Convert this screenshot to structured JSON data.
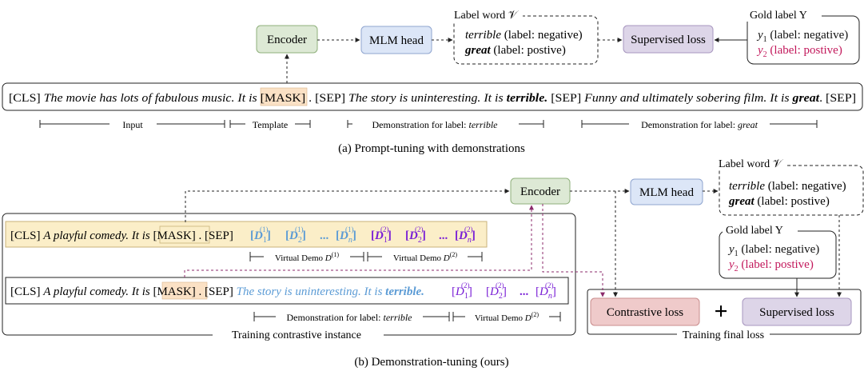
{
  "panel_a": {
    "caption": "(a) Prompt-tuning with demonstrations",
    "encoder": "Encoder",
    "mlm_head": "MLM head",
    "label_word_title": "Label word 𝒱",
    "label_word_lines": [
      {
        "word": "terrible",
        "rest": " (label: negative)",
        "word_style": "italic"
      },
      {
        "word": "great",
        "rest": " (label: postive)",
        "word_style": "bolditalic"
      }
    ],
    "supervised_loss": "Supervised loss",
    "gold_label_title": "Gold label Y",
    "gold_lines": [
      {
        "var": "y",
        "sub": "1",
        "rest": " (label: negative)",
        "color": "#111111"
      },
      {
        "var": "y",
        "sub": "2",
        "rest": " (label: postive)",
        "color": "#c2185b"
      }
    ],
    "sentence": {
      "cls": "[CLS] ",
      "input_text": "The movie has lots of fabulous music. It is ",
      "mask": "[MASK]",
      "sep1": " . [SEP] ",
      "demo1_text": "The story is uninteresting. It is ",
      "demo1_word": "terrible.",
      "sep2": " [SEP] ",
      "demo2_text": "Funny and ultimately sobering film. It is ",
      "demo2_word": "great",
      "sep3": ". [SEP]"
    },
    "spans": {
      "input": "Input",
      "template": "Template",
      "demo_terrible_prefix": "Demonstration for label: ",
      "demo_terrible_word": "terrible",
      "demo_great_prefix": "Demonstration for label: ",
      "demo_great_word": "great"
    }
  },
  "panel_b": {
    "caption": "(b) Demonstration-tuning (ours)",
    "encoder": "Encoder",
    "mlm_head": "MLM head",
    "label_word_title": "Label word 𝒱",
    "label_word_lines": [
      {
        "word": "terrible",
        "rest": " (label: negative)",
        "word_style": "italic"
      },
      {
        "word": "great",
        "rest": " (label: postive)",
        "word_style": "bolditalic"
      }
    ],
    "gold_label_title": "Gold label Y",
    "gold_lines": [
      {
        "var": "y",
        "sub": "1",
        "rest": " (label: negative)",
        "color": "#111111"
      },
      {
        "var": "y",
        "sub": "2",
        "rest": " (label: postive)",
        "color": "#c2185b"
      }
    ],
    "row1": {
      "cls": "[CLS] ",
      "text": "A playful comedy. It is ",
      "mask": "[MASK]",
      "sep": " . [SEP] "
    },
    "row2": {
      "cls": "[CLS] ",
      "text": "A playful comedy. It is ",
      "mask": "[MASK]",
      "sep": " . [SEP] ",
      "demo_text": "The story is uninteresting. It is ",
      "demo_word": "terrible."
    },
    "virtual_demo_1": "Virtual Demo D(1)",
    "virtual_demo_2": "Virtual Demo D(2)",
    "demo_terrible_prefix": "Demonstration for label: ",
    "demo_terrible_word": "terrible",
    "virtual_demo_2b": "Virtual Demo D(2)",
    "training_instance": "Training contrastive instance",
    "contrastive_loss": "Contrastive loss",
    "plus": "+",
    "supervised_loss": "Supervised loss",
    "training_final": "Training final loss"
  },
  "colors": {
    "encoder_fill": "#dde9d5",
    "encoder_stroke": "#8fb07b",
    "mlm_fill": "#dce6f7",
    "mlm_stroke": "#8fa5cf",
    "supervised_fill": "#ddd5e8",
    "supervised_stroke": "#a796bf",
    "contrastive_fill": "#efcaca",
    "contrastive_stroke": "#c98d8d",
    "mask_fill": "#fbe1c5",
    "row_highlight": "#fbeec8",
    "blue_demo": "#5b9bd5",
    "purple_demo": "#7a1fd6",
    "arrow_purple": "#8b2a6b"
  }
}
